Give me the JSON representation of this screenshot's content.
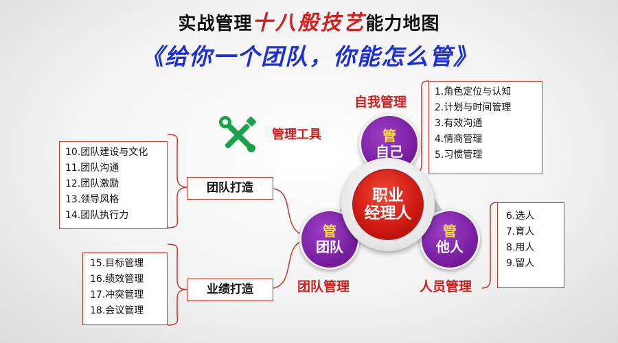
{
  "title": {
    "prefix": "实战管理",
    "highlight": "十八般技艺",
    "suffix": "能力地图"
  },
  "subtitle": "《给你一个团队，你能怎么管》",
  "colors": {
    "red": "#d01c1c",
    "purple": "#7b1fa2",
    "blue": "#1d2fd6",
    "gold": "#ffe03a"
  },
  "icons": {
    "tool": "wrench-screwdriver-icon"
  },
  "center": {
    "line1": "职业",
    "line2": "经理人"
  },
  "nodes": {
    "self": {
      "top": "管",
      "bottom": "自己",
      "label": "自我管理"
    },
    "team": {
      "top": "管",
      "bottom": "团队",
      "label": "团队管理"
    },
    "others": {
      "top": "管",
      "bottom": "他人",
      "label": "人员管理"
    }
  },
  "tool_label": "管理工具",
  "self_items": [
    "1.角色定位与认知",
    "2.计划与时间管理",
    "3.有效沟通",
    "4.情商管理",
    "5.习惯管理"
  ],
  "others_items": [
    "6.选人",
    "7.育人",
    "8.用人",
    "9.留人"
  ],
  "team_building": {
    "label": "团队打造",
    "items": [
      "10.团队建设与文化",
      "11.团队沟通",
      "12.团队激励",
      "13.领导风格",
      "14.团队执行力"
    ]
  },
  "performance": {
    "label": "业绩打造",
    "items": [
      "15.目标管理",
      "16.绩效管理",
      "17.冲突管理",
      "18.会议管理"
    ]
  }
}
